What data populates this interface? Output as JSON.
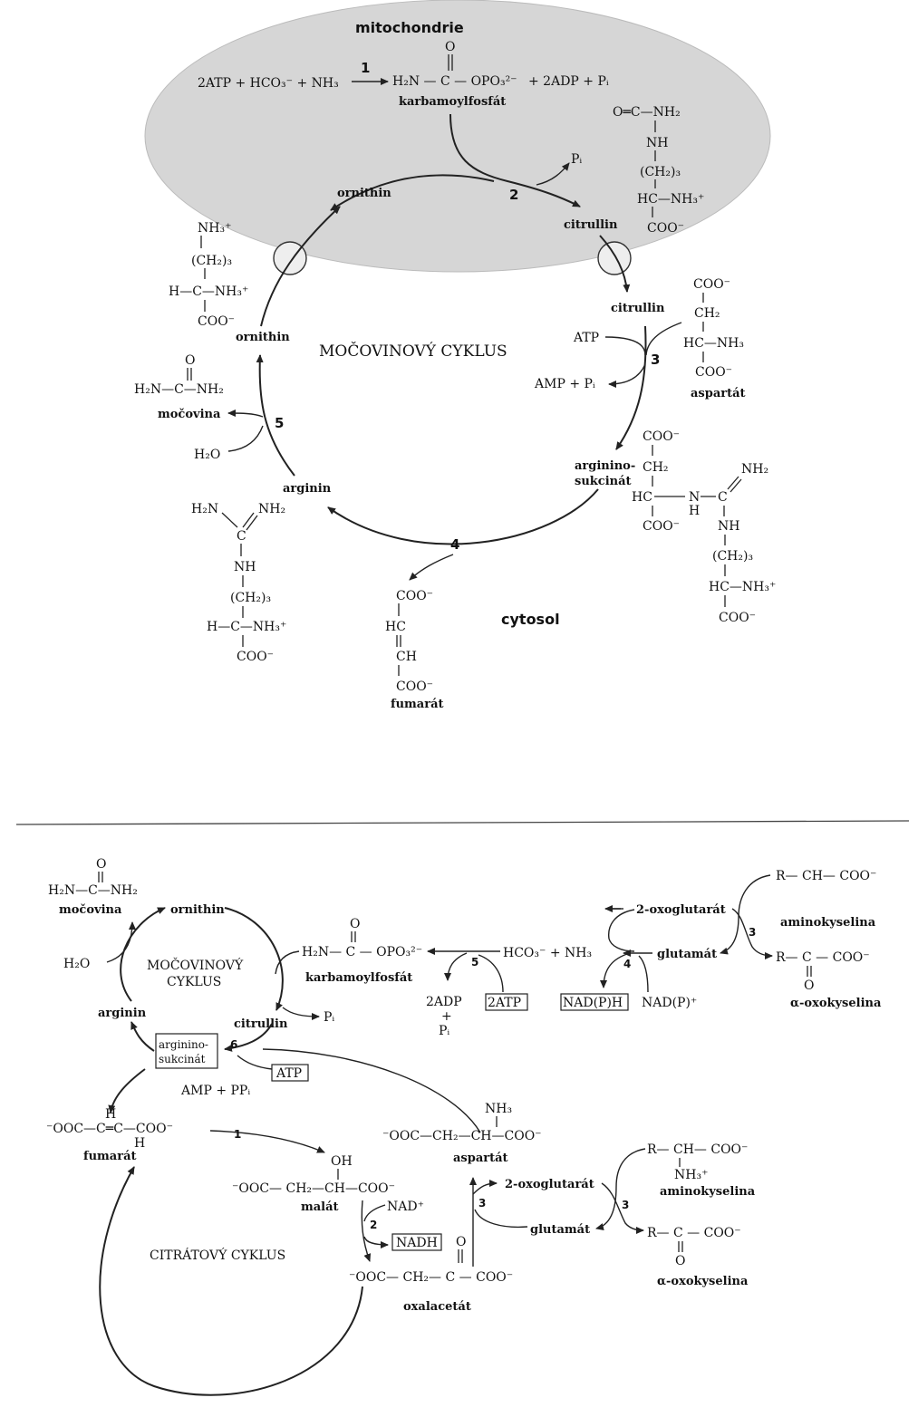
{
  "top": {
    "compartment_mito": "mitochondrie",
    "compartment_cytosol": "cytosol",
    "cycle_title": "MOČOVINOVÝ CYKLUS",
    "step_numbers": [
      "1",
      "2",
      "3",
      "4",
      "5"
    ],
    "reaction1_left": "2ATP + HCO₃⁻ + NH₃",
    "reaction1_product": "H₂N — C — OPO₃²⁻",
    "reaction1_right": "+ 2ADP + Pᵢ",
    "carbamoyl_O": "O",
    "carbamoylphosphate_label": "karbamoylfosfát",
    "pi_label": "Pᵢ",
    "ornithin_mito": "ornithin",
    "citrullin_mito": "citrullin",
    "citrullin_structure": [
      "O═C—NH₂",
      "NH",
      "(CH₂)₃",
      "HC—NH₃⁺",
      "COO⁻"
    ],
    "ornithin_structure": [
      "NH₃⁺",
      "(CH₂)₃",
      "H—C—NH₃⁺",
      "COO⁻"
    ],
    "ornithin_cytosol": "ornithin",
    "citrullin_cytosol": "citrullin",
    "atp_label": "ATP",
    "amp_label": "AMP + Pᵢ",
    "aspartate_structure": [
      "COO⁻",
      "CH₂",
      "HC—NH₃",
      "COO⁻"
    ],
    "aspartate_label": "aspartát",
    "urea_structure": [
      "O",
      "H₂N—C—NH₂"
    ],
    "urea_label": "močovina",
    "water_label": "H₂O",
    "arginin_label": "arginin",
    "arginin_structure": [
      "H₂N",
      "NH₂",
      "C",
      "NH",
      "(CH₂)₃",
      "H—C—NH₃⁺",
      "COO⁻"
    ],
    "argininosuccinate_label": [
      "arginino-",
      "sukcinát"
    ],
    "argininosuccinate_structure": [
      "COO⁻",
      "CH₂",
      "HC",
      "N",
      "H",
      "C",
      "NH₂",
      "COO⁻",
      "NH",
      "(CH₂)₃",
      "HC—NH₃⁺",
      "COO⁻"
    ],
    "fumarate_structure": [
      "COO⁻",
      "HC",
      "CH",
      "COO⁻"
    ],
    "fumarate_label": "fumarát"
  },
  "bottom": {
    "urea_structure": [
      "O",
      "H₂N—C—NH₂"
    ],
    "urea_label": "močovina",
    "ornithin": "ornithin",
    "water": "H₂O",
    "urea_cycle_title": [
      "MOČOVINOVÝ",
      "CYKLUS"
    ],
    "arginin": "arginin",
    "citrullin": "citrullin",
    "pi": "Pᵢ",
    "carbamoyl_O": "O",
    "carbamoylphosphate": "H₂N— C — OPO₃²⁻",
    "carbamoylphosphate_label": "karbamoylfosfát",
    "bicarbonate": "HCO₃⁻ + NH₃",
    "adp": [
      "2ADP",
      "+",
      "Pᵢ"
    ],
    "atp2": "2ATP",
    "nadph": "NAD(P)H",
    "nadp": "NAD(P)⁺",
    "oxoglutarate_top": "2-oxoglutarát",
    "glutamate_top": "glutamát",
    "aminoacid_top": "R— CH— COO⁻",
    "aminoacid_label_top": "aminokyselina",
    "oxoacid_top": "R— C — COO⁻",
    "oxoacid_O_top": "O",
    "oxoacid_label_top": "α-oxokyselina",
    "argininosuccinate": [
      "arginino-",
      "sukcinát"
    ],
    "atp": "ATP",
    "amp_ppi": "AMP + PPᵢ",
    "fumarate": "⁻OOC—C═C—COO⁻",
    "fumarate_H": [
      "H",
      "H"
    ],
    "fumarate_label": "fumarát",
    "aspartate_NH3": "NH₃",
    "aspartate": "⁻OOC—CH₂—CH—COO⁻",
    "aspartate_label": "aspartát",
    "malate_OH": "OH",
    "malate": "⁻OOC— CH₂—CH—COO⁻",
    "malate_label": "malát",
    "nad": "NAD⁺",
    "nadh": "NADH",
    "citrate_cycle_title": "CITRÁTOVÝ CYKLUS",
    "oxaloacetate_O": "O",
    "oxaloacetate": "⁻OOC— CH₂— C — COO⁻",
    "oxaloacetate_label": "oxalacetát",
    "oxoglutarate_bottom": "2-oxoglutarát",
    "glutamate_bottom": "glutamát",
    "aminoacid_bottom": "R— CH— COO⁻",
    "aminoacid_NH3_bottom": "NH₃⁺",
    "aminoacid_label_bottom": "aminokyselina",
    "oxoacid_bottom": "R— C — COO⁻",
    "oxoacid_O_bottom": "O",
    "oxoacid_label_bottom": "α-oxokyselina",
    "step_numbers": [
      "1",
      "2",
      "3",
      "3",
      "3",
      "4",
      "5",
      "6"
    ]
  }
}
